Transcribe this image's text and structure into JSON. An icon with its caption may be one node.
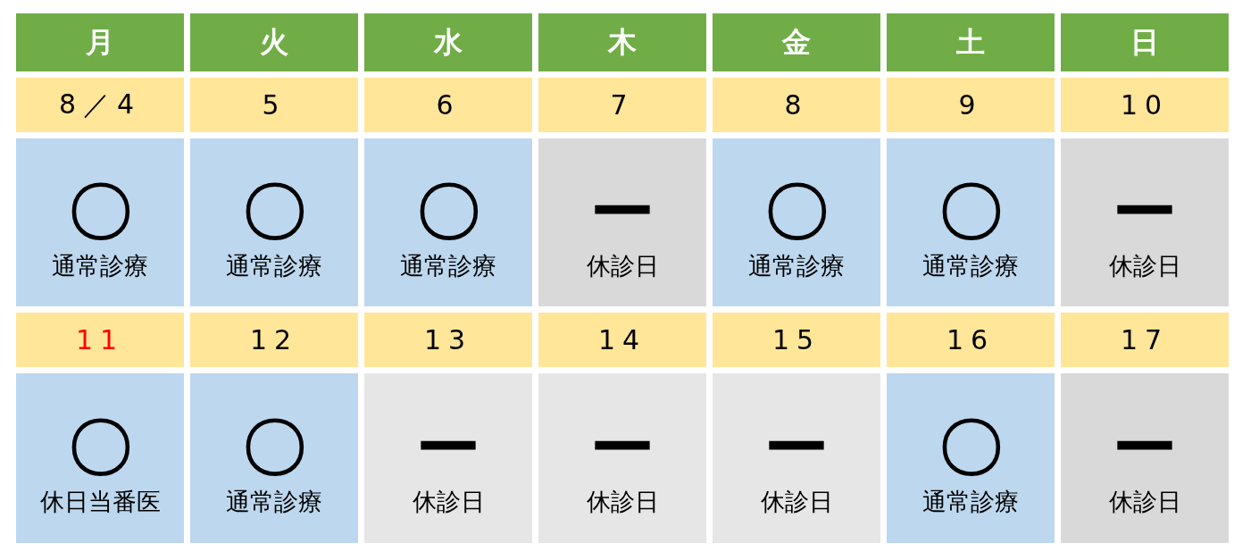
{
  "diagram": {
    "labels": [
      "月",
      "火",
      "水",
      "木",
      "金",
      "土",
      "日",
      "8／4",
      "5",
      "6",
      "7",
      "8",
      "9",
      "10",
      "〇",
      "通常診療",
      "〇",
      "通常診療",
      "〇",
      "通常診療",
      "ー",
      "休診日",
      "〇",
      "通常診療",
      "〇",
      "通常診療",
      "ー",
      "休診日",
      "11",
      "12",
      "13",
      "14",
      "15",
      "16",
      "17",
      "〇",
      "休日当番医",
      "〇",
      "通常診療",
      "ー",
      "休診日",
      "ー",
      "休診日",
      "ー",
      "休診日",
      "〇",
      "通常診療",
      "ー",
      "休診日"
    ]
  }
}
